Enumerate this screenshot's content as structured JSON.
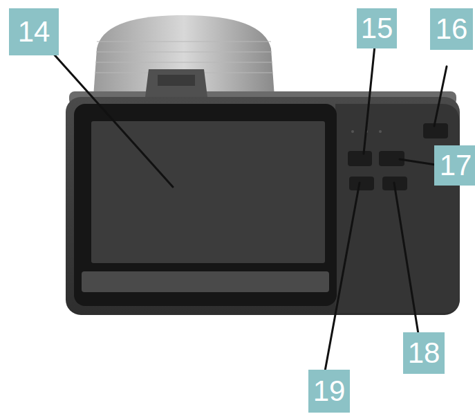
{
  "diagram": {
    "nodes": [
      {
        "text": [
          "14"
        ]
      },
      {
        "text": [
          "15"
        ]
      },
      {
        "text": [
          "16"
        ]
      },
      {
        "text": [
          "17"
        ]
      },
      {
        "text": [
          "19"
        ]
      },
      {
        "text": [
          "18"
        ]
      }
    ]
  }
}
